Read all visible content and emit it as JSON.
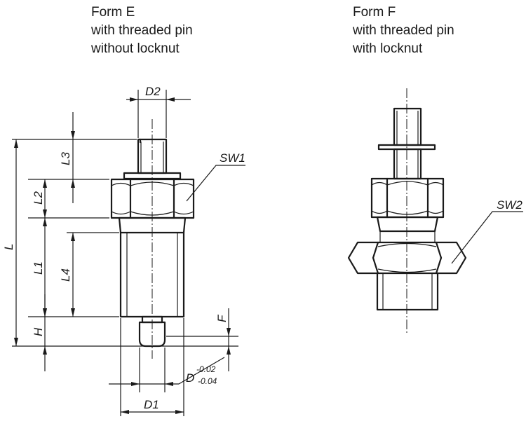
{
  "form_e": {
    "title": "Form E",
    "line2": "with threaded pin",
    "line3": "without locknut"
  },
  "form_f": {
    "title": "Form F",
    "line2": "with threaded pin",
    "line3": "with locknut"
  },
  "dims": {
    "d2": "D2",
    "sw1": "SW1",
    "sw2": "SW2",
    "l3": "L3",
    "l2": "L2",
    "l": "L",
    "l1": "L1",
    "l4": "L4",
    "h": "H",
    "f": "F",
    "d": "D",
    "d_tol_upper": "-0.02",
    "d_tol_lower": "-0.04",
    "d1": "D1"
  }
}
